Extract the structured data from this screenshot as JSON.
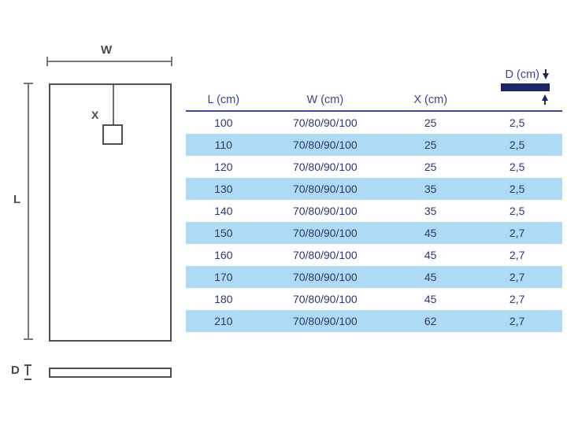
{
  "diagram": {
    "w_label": "W",
    "x_label": "X",
    "l_label": "L",
    "d_label": "D"
  },
  "table": {
    "columns": [
      {
        "key": "l",
        "label": "L (cm)"
      },
      {
        "key": "w",
        "label": "W (cm)"
      },
      {
        "key": "x",
        "label": "X (cm)"
      },
      {
        "key": "d",
        "label": "D (cm)"
      }
    ],
    "rows": [
      {
        "l": "100",
        "w": "70/80/90/100",
        "x": "25",
        "d": "2,5"
      },
      {
        "l": "110",
        "w": "70/80/90/100",
        "x": "25",
        "d": "2,5"
      },
      {
        "l": "120",
        "w": "70/80/90/100",
        "x": "25",
        "d": "2,5"
      },
      {
        "l": "130",
        "w": "70/80/90/100",
        "x": "35",
        "d": "2,5"
      },
      {
        "l": "140",
        "w": "70/80/90/100",
        "x": "35",
        "d": "2,5"
      },
      {
        "l": "150",
        "w": "70/80/90/100",
        "x": "45",
        "d": "2,7"
      },
      {
        "l": "160",
        "w": "70/80/90/100",
        "x": "45",
        "d": "2,7"
      },
      {
        "l": "170",
        "w": "70/80/90/100",
        "x": "45",
        "d": "2,7"
      },
      {
        "l": "180",
        "w": "70/80/90/100",
        "x": "45",
        "d": "2,7"
      },
      {
        "l": "210",
        "w": "70/80/90/100",
        "x": "62",
        "d": "2,7"
      }
    ]
  },
  "icons": {
    "depth_top": "arrow-down-icon",
    "depth_bottom": "arrow-up-icon"
  },
  "colors": {
    "row_stripe": "#aedaf3",
    "header_text": "#3a459b",
    "cell_text": "#2c3570",
    "accent_navy_bar": "#1b2668",
    "header_underline": "#3a459b",
    "diagram_outline": "#4f4f4f",
    "dimension_line": "#787878",
    "background": "#ffffff"
  }
}
